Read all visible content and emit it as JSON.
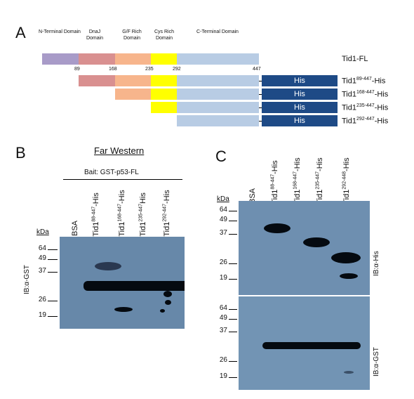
{
  "panelA": {
    "letter": "A",
    "domains": [
      {
        "label": "N-Terminal Domain",
        "color": "#a89bc8"
      },
      {
        "label": "DnaJ Domain",
        "color": "#d99090"
      },
      {
        "label": "G/F Rich Domain",
        "color": "#f7b58c"
      },
      {
        "label": "Cys Rich Domain",
        "color": "#ffff00"
      },
      {
        "label": "C-Terminal Domain",
        "color": "#b8cce4"
      }
    ],
    "positions": [
      "89",
      "168",
      "235",
      "292",
      "447"
    ],
    "his_label": "His",
    "his_color": "#1e4a86",
    "constructs": [
      {
        "name": "Tid1-FL"
      },
      {
        "base": "Tid1",
        "sup": "89-447",
        "suffix": "-His"
      },
      {
        "base": "Tid1",
        "sup": "168-447",
        "suffix": "-His"
      },
      {
        "base": "Tid1",
        "sup": "235-447",
        "suffix": "-His"
      },
      {
        "base": "Tid1",
        "sup": "292-447",
        "suffix": "-His"
      }
    ]
  },
  "panelB": {
    "letter": "B",
    "title": "Far Western",
    "bait": "Bait: GST-p53-FL",
    "kda_label": "kDa",
    "markers": [
      "64",
      "49",
      "37",
      "26",
      "19"
    ],
    "ib_label": "IB:α-GST",
    "lanes": [
      {
        "text": "BSA"
      },
      {
        "base": "Tid1",
        "sup": "88-447",
        "suffix": "-His"
      },
      {
        "base": "Tid1",
        "sup": "168-447",
        "suffix": "-His"
      },
      {
        "base": "Tid1",
        "sup": "235-447",
        "suffix": "His"
      },
      {
        "base": "Tid1",
        "sup": "292-447",
        "suffix": "-His"
      }
    ]
  },
  "panelC": {
    "letter": "C",
    "kda_label": "kDa",
    "markers_top": [
      "64",
      "49",
      "37",
      "26",
      "19"
    ],
    "markers_bottom": [
      "64",
      "49",
      "37",
      "26",
      "19"
    ],
    "ib_top": "IB:α-His",
    "ib_bottom": "IB:α-GST",
    "lanes": [
      {
        "text": "BSA"
      },
      {
        "base": "Tid1",
        "sup": "88-447",
        "suffix": "-His"
      },
      {
        "base": "Tid1",
        "sup": "168-447",
        "suffix": "-His"
      },
      {
        "base": "Tid1",
        "sup": "235-447",
        "suffix": "-His"
      },
      {
        "base": "Tid1",
        "sup": "292-448",
        "suffix": "-His"
      }
    ]
  }
}
